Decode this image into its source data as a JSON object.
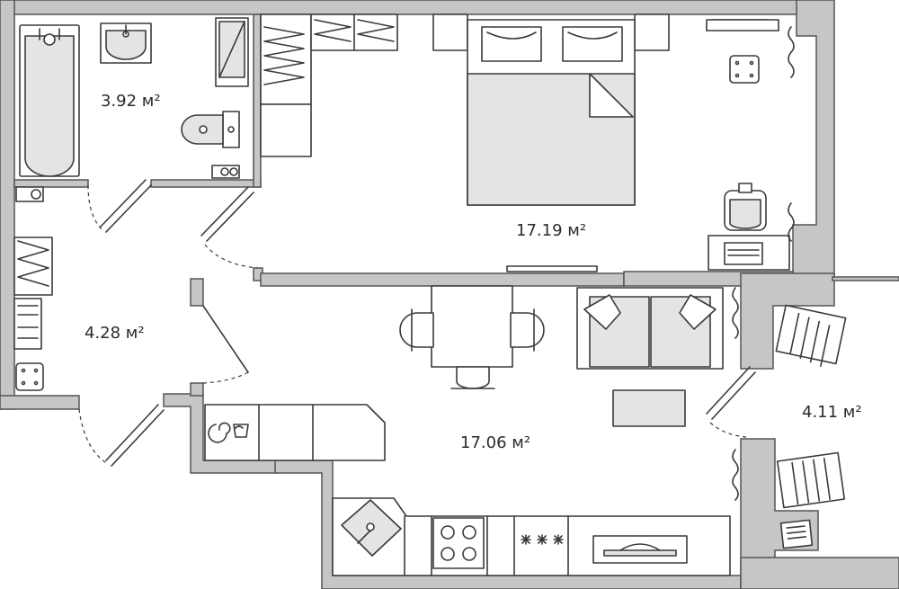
{
  "floor_plan": {
    "rooms": [
      {
        "id": "bathroom",
        "area": "3.92 м²"
      },
      {
        "id": "bedroom",
        "area": "17.19 м²"
      },
      {
        "id": "hallway",
        "area": "4.28 м²"
      },
      {
        "id": "living_kitchen",
        "area": "17.06 м²"
      },
      {
        "id": "balcony",
        "area": "4.11 м²"
      }
    ]
  },
  "icons": [
    "bathtub-icon",
    "sink-icon",
    "toilet-icon",
    "washing-machine-icon",
    "double-bed-icon",
    "desk-icon",
    "office-chair-icon",
    "laptop-icon",
    "tv-icon",
    "dining-table-icon",
    "dining-chair-icon",
    "sofa-icon",
    "coffee-table-icon",
    "kitchen-sink-icon",
    "stove-icon",
    "dishwasher-icon",
    "oven-icon",
    "lounge-chair-icon",
    "wardrobe-icon",
    "shoe-rack-icon"
  ],
  "colors": {
    "wall": "#c6c6c6",
    "outline": "#3a3a3a",
    "furniture_fill": "#e4e4e4"
  }
}
